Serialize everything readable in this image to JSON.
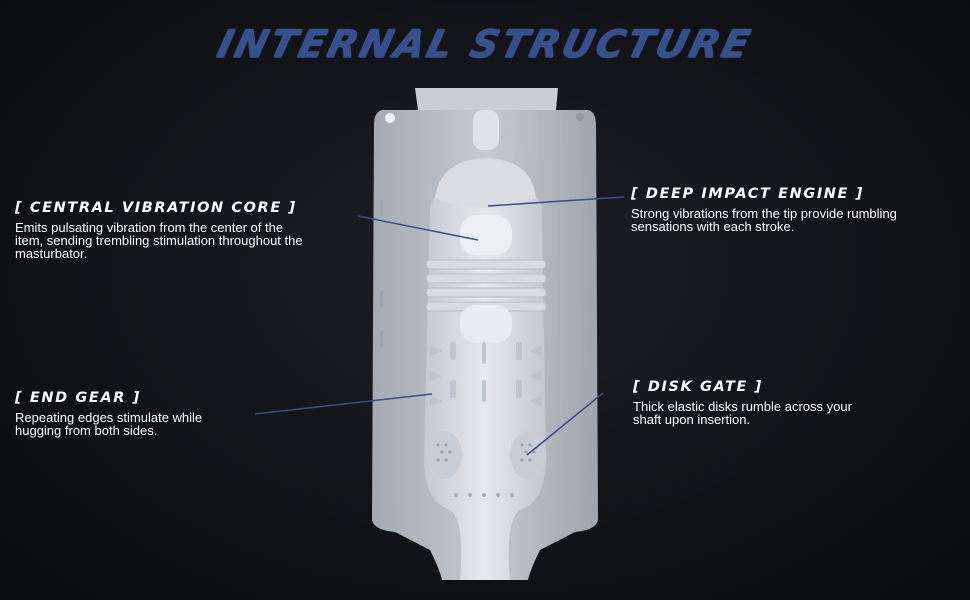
{
  "title": "INTERNAL STRUCTURE",
  "callouts": {
    "central": {
      "label": "[ CENTRAL VIBRATION CORE ]",
      "line1": "Emits pulsating vibration from the center of the",
      "line2": "item, sending trembling stimulation throughout the",
      "line3": "masturbator."
    },
    "deep": {
      "label": "[ DEEP IMPACT ENGINE ]",
      "line1": "Strong vibrations from the tip provide rumbling",
      "line2": "sensations with each stroke."
    },
    "end_gear": {
      "label": "[ END GEAR ]",
      "line1": "Repeating edges stimulate while",
      "line2": "hugging from both sides."
    },
    "disk_gate": {
      "label": "[ DISK GATE ]",
      "line1": "Thick elastic disks rumble across your",
      "line2": "shaft upon insertion."
    }
  },
  "colors": {
    "title": "#34508f",
    "leader_line": "#3a4f86",
    "text": "#ffffff",
    "background": "#121418"
  }
}
